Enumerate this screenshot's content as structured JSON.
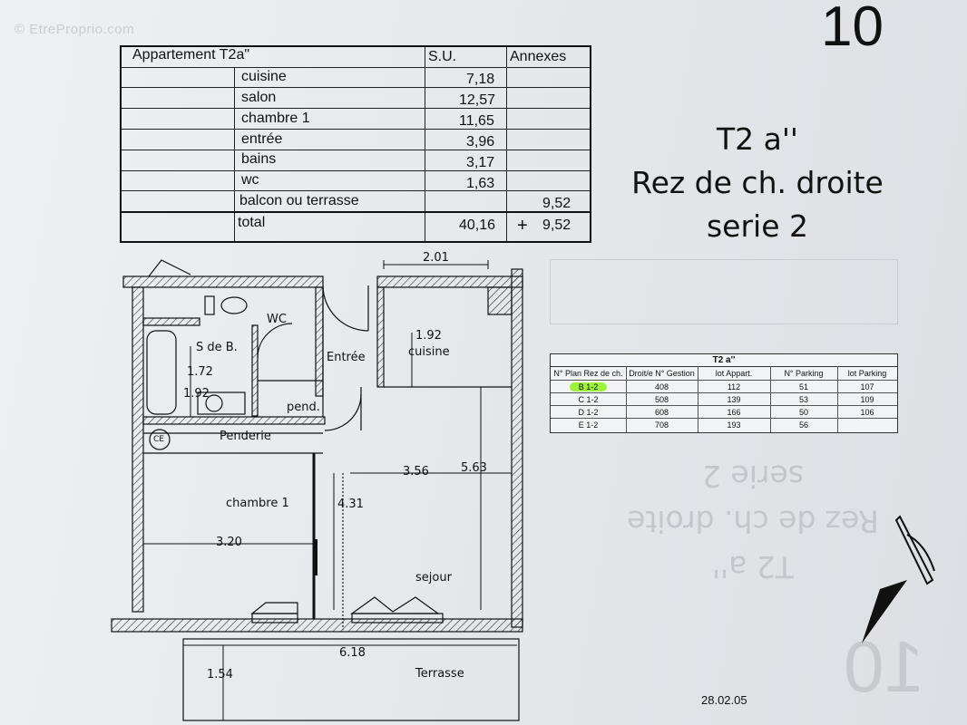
{
  "watermark": "© EtreProprio.com",
  "page_number": "10",
  "surface_table": {
    "header": {
      "apartment": "Appartement T2a\"",
      "su": "S.U.",
      "annexes": "Annexes"
    },
    "rows": [
      {
        "room": "cuisine",
        "su": "7,18",
        "annexes": ""
      },
      {
        "room": "salon",
        "su": "12,57",
        "annexes": ""
      },
      {
        "room": "chambre 1",
        "su": "11,65",
        "annexes": ""
      },
      {
        "room": "entrée",
        "su": "3,96",
        "annexes": ""
      },
      {
        "room": "bains",
        "su": "3,17",
        "annexes": ""
      },
      {
        "room": "wc",
        "su": "1,63",
        "annexes": ""
      },
      {
        "room": "balcon  ou terrasse",
        "su": "",
        "annexes": "9,52"
      }
    ],
    "total": {
      "room": "total",
      "su": "40,16",
      "plus": "+",
      "annexes": "9,52"
    }
  },
  "title": {
    "line1": "T2 a''",
    "line2": "Rez de ch. droite",
    "line3": "serie 2"
  },
  "lot_table": {
    "caption": "T2 a''",
    "headers": [
      "N° Plan  Rez de ch.",
      "Droit/e N° Gestion",
      "lot Appart.",
      "N° Parking",
      "lot Parking"
    ],
    "rows": [
      [
        "B 1-2",
        "408",
        "112",
        "51",
        "107"
      ],
      [
        "C 1-2",
        "508",
        "139",
        "53",
        "109"
      ],
      [
        "D 1-2",
        "608",
        "166",
        "50",
        "106"
      ],
      [
        "E 1-2",
        "708",
        "193",
        "56",
        ""
      ]
    ],
    "highlight_color": "#9df33a"
  },
  "plan": {
    "labels": {
      "wc": "WC",
      "sdb": "S de B.",
      "entree": "Entrée",
      "cuisine": "cuisine",
      "pend": "pend.",
      "penderie": "Penderie",
      "ce": "CE",
      "chambre": "chambre 1",
      "sejour": "sejour",
      "terrasse": "Terrasse"
    },
    "dimensions": {
      "d201": "2.01",
      "d192a": "1.92",
      "d172": "1.72",
      "d192b": "1.92",
      "d356": "3.56",
      "d563": "5.63",
      "d431": "4.31",
      "d320": "3.20",
      "d618": "6.18",
      "d154": "1.54"
    }
  },
  "date": "28.02.05"
}
